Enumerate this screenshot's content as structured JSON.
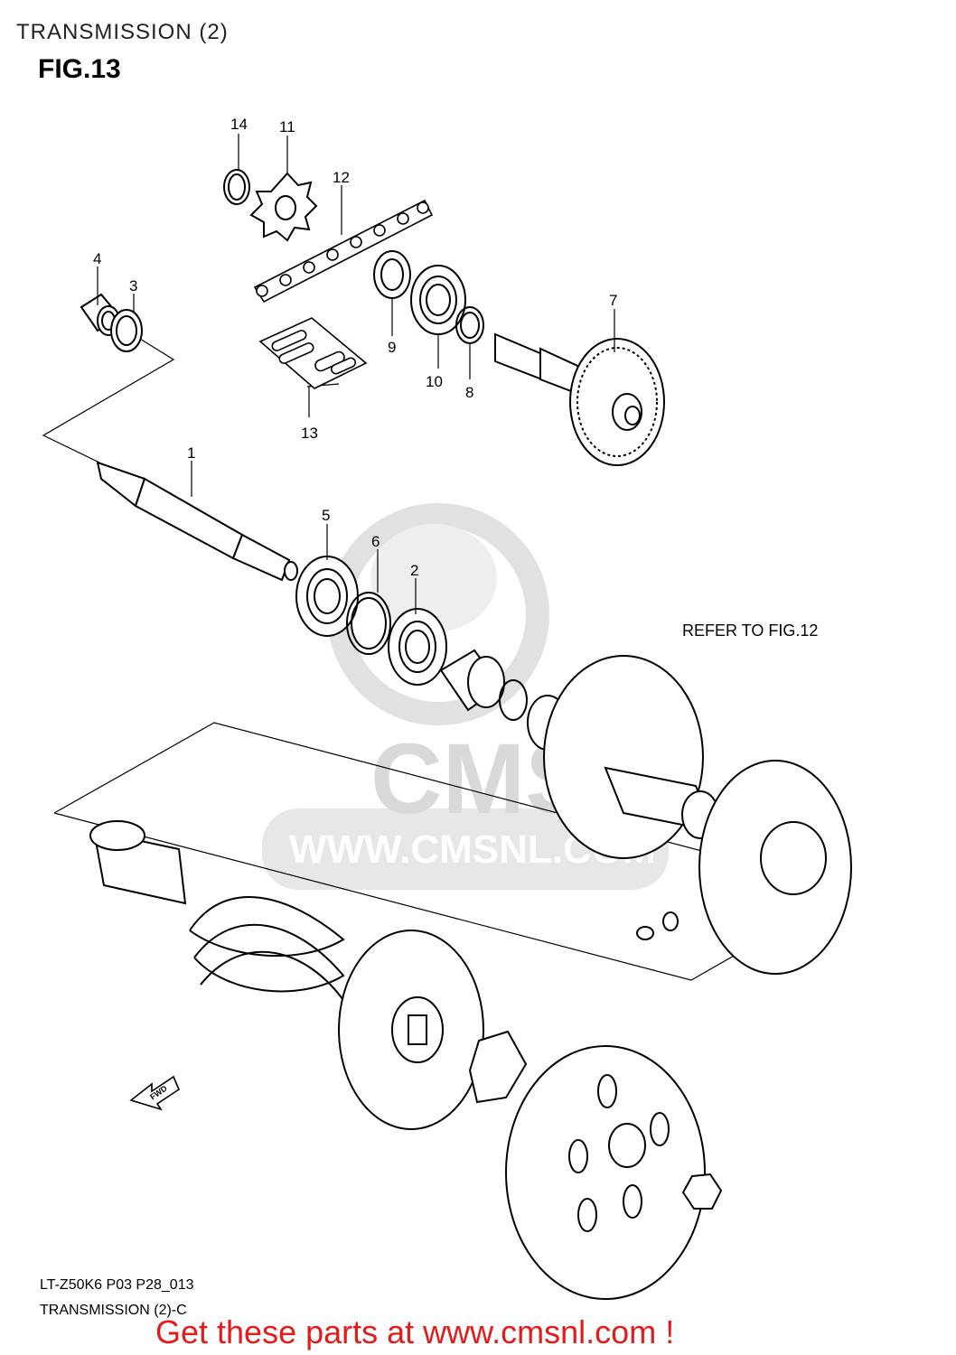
{
  "header": {
    "title": "TRANSMISSION (2)",
    "figure": "FIG.13"
  },
  "reference_note": "REFER TO FIG.12",
  "watermark": {
    "brand": "CMS",
    "url": "WWW.CMSNL.COM"
  },
  "footer": {
    "code_line1": "LT-Z50K6 P03 P28_013",
    "code_line2": "TRANSMISSION (2)-C",
    "promo": "Get these parts at www.cmsnl.com !"
  },
  "fwd_label": "FWD",
  "part_numbers": [
    "14",
    "11",
    "12",
    "4",
    "3",
    "9",
    "10",
    "8",
    "7",
    "13",
    "1",
    "5",
    "6",
    "2"
  ],
  "colors": {
    "promo": "#e21b1b",
    "line": "#000000",
    "watermark": "#d9d9d9"
  }
}
